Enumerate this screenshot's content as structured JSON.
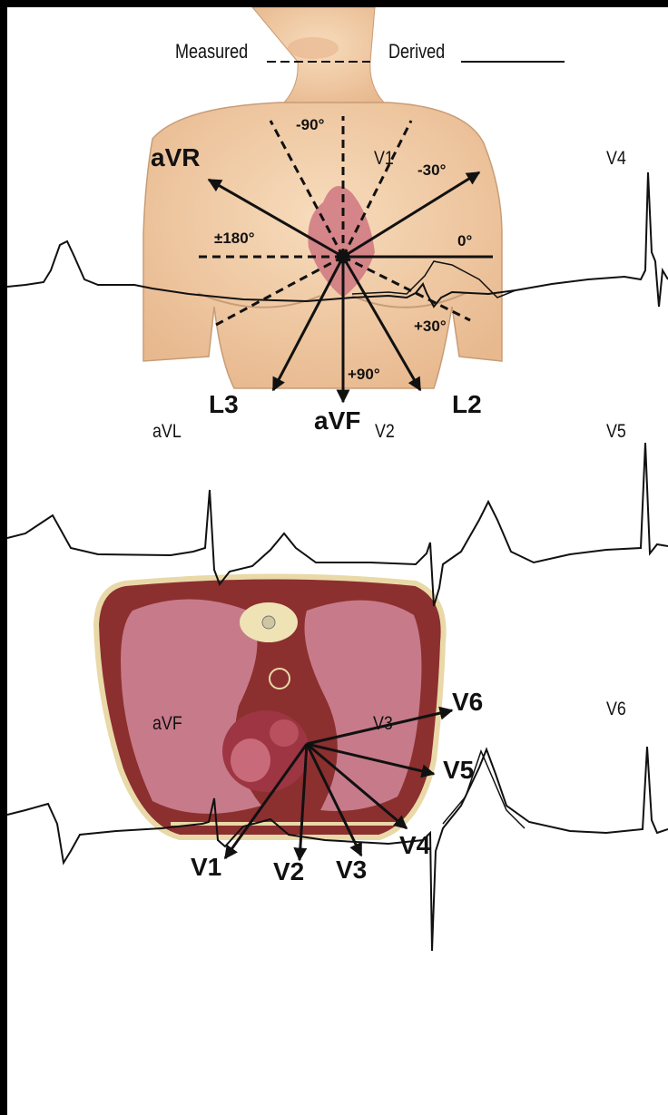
{
  "header": {
    "measured_label": "Measured",
    "derived_label": "Derived"
  },
  "ecg_leads": {
    "avl": "aVL",
    "v2": "V2",
    "v4": "V4",
    "v5": "V5",
    "v6": "V6",
    "avf": "aVF",
    "v3": "V3"
  },
  "frontal_plane": {
    "avr": "aVR",
    "v1_small": "V1",
    "l3": "L3",
    "avf": "aVF",
    "l2": "L2",
    "angle_minus90": "-90°",
    "angle_minus30": "-30°",
    "angle_180": "±180°",
    "angle_0": "0°",
    "angle_plus30": "+30°",
    "angle_plus90": "+90°"
  },
  "horizontal_plane": {
    "v1": "V1",
    "v2": "V2",
    "v3": "V3",
    "v4": "V4",
    "v5": "V5",
    "v6": "V6"
  },
  "colors": {
    "skin": "#f3cfa8",
    "heart": "#c96a7a",
    "lung": "#c77b8a",
    "muscle": "#8c2f2f",
    "ink": "#111111"
  }
}
